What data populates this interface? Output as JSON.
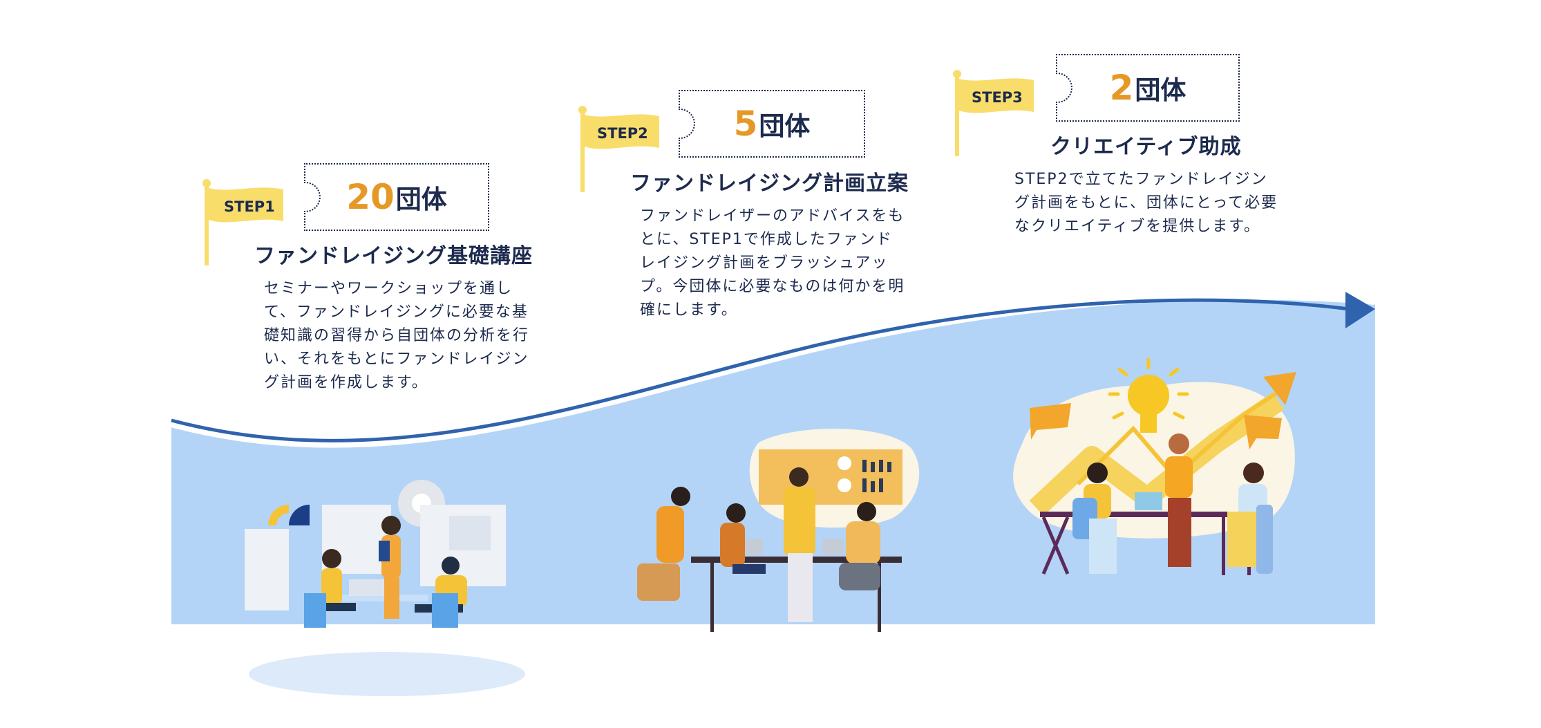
{
  "steps": [
    {
      "flag_label": "STEP1",
      "count_number": "20",
      "count_unit": "団体",
      "title": "ファンドレイジング基礎講座",
      "description": "セミナーやワークショップを通して、ファンドレイジングに必要な基礎知識の習得から自団体の分析を行い、それをもとにファンドレイジング計画を作成します。"
    },
    {
      "flag_label": "STEP2",
      "count_number": "5",
      "count_unit": "団体",
      "title": "ファンドレイジング計画立案",
      "description": "ファンドレイザーのアドバイスをもとに、STEP1で作成したファンドレイジング計画をブラッシュアップ。今団体に必要なものは何かを明確にします。"
    },
    {
      "flag_label": "STEP3",
      "count_number": "2",
      "count_unit": "団体",
      "title": "クリエイティブ助成",
      "description": "STEP2で立てたファンドレイジング計画をもとに、団体にとって必要なクリエイティブを提供します。"
    }
  ],
  "colors": {
    "navy": "#1c2a4d",
    "accent_orange": "#e69826",
    "flag_yellow": "#f9dd6b",
    "band_blue": "#b3d4f6",
    "arrow_blue": "#2f63ad"
  },
  "icons": [
    "flag-icon",
    "progress-arrow-icon",
    "team-meeting-illustration",
    "presentation-illustration",
    "idea-growth-illustration"
  ]
}
